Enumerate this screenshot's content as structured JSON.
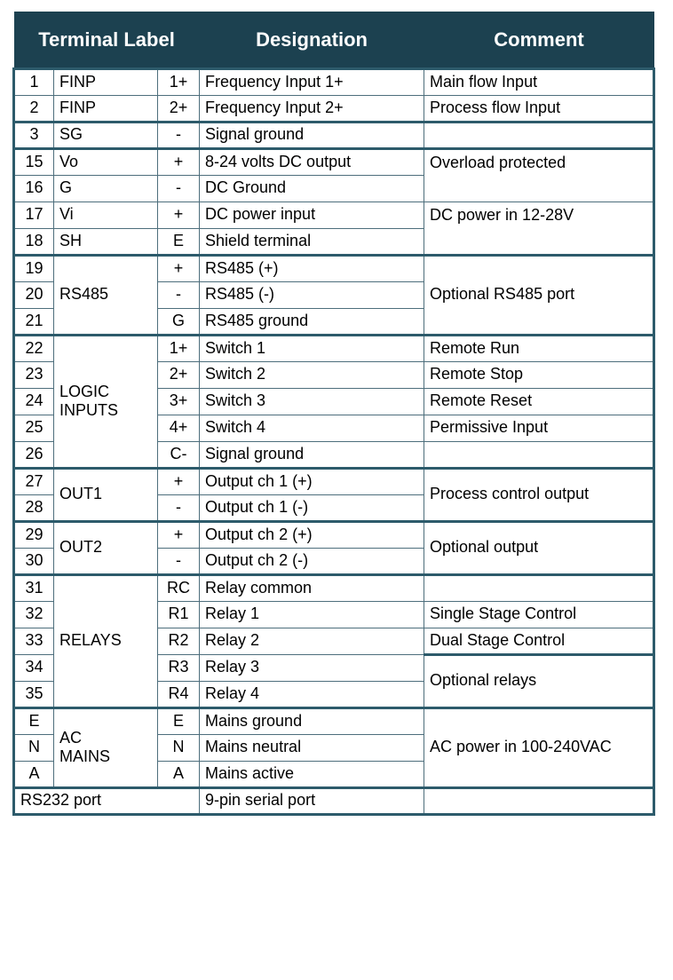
{
  "table": {
    "headers": {
      "terminal_label": "Terminal Label",
      "designation": "Designation",
      "comment": "Comment"
    },
    "colors": {
      "header_background": "#1c4150",
      "header_text": "#ffffff",
      "grid_line": "#4d6e7c",
      "section_rule": "#2d5b6b",
      "cell_background": "#ffffff",
      "cell_text": "#000000"
    },
    "sections": [
      {
        "name": "frequency-inputs",
        "rows": [
          {
            "num": "1",
            "label": "FINP",
            "pin": "1+",
            "designation": "Frequency Input 1+",
            "comment": "Main flow Input"
          },
          {
            "num": "2",
            "label": "FINP",
            "pin": "2+",
            "designation": "Frequency Input 2+",
            "comment": "Process flow Input"
          }
        ]
      },
      {
        "name": "signal-ground",
        "rows": [
          {
            "num": "3",
            "label": "SG",
            "pin": "-",
            "designation": "Signal ground",
            "comment": ""
          }
        ]
      },
      {
        "name": "dc-power",
        "label": "",
        "rows": [
          {
            "num": "15",
            "label": "Vo",
            "pin": "+",
            "designation": "8-24 volts DC output",
            "comment": "Overload protected"
          },
          {
            "num": "16",
            "label": "G",
            "pin": "-",
            "designation": "DC Ground",
            "comment": ""
          },
          {
            "num": "17",
            "label": "Vi",
            "pin": "+",
            "designation": "DC power input",
            "comment": "DC power in 12-28V"
          },
          {
            "num": "18",
            "label": "SH",
            "pin": "E",
            "designation": "Shield terminal",
            "comment": ""
          }
        ]
      },
      {
        "name": "rs485",
        "label": "RS485",
        "comment": "Optional RS485 port",
        "rows": [
          {
            "num": "19",
            "pin": "+",
            "designation": "RS485 (+)"
          },
          {
            "num": "20",
            "pin": "-",
            "designation": "RS485 (-)"
          },
          {
            "num": "21",
            "pin": "G",
            "designation": "RS485 ground"
          }
        ]
      },
      {
        "name": "logic-inputs",
        "label_line1": "LOGIC",
        "label_line2": "INPUTS",
        "rows": [
          {
            "num": "22",
            "pin": "1+",
            "designation": "Switch 1",
            "comment": "Remote Run"
          },
          {
            "num": "23",
            "pin": "2+",
            "designation": "Switch 2",
            "comment": "Remote Stop"
          },
          {
            "num": "24",
            "pin": "3+",
            "designation": "Switch 3",
            "comment": "Remote Reset"
          },
          {
            "num": "25",
            "pin": "4+",
            "designation": "Switch 4",
            "comment": "Permissive Input"
          },
          {
            "num": "26",
            "pin": "C-",
            "designation": "Signal ground",
            "comment": ""
          }
        ]
      },
      {
        "name": "out1",
        "label": "OUT1",
        "comment": "Process control output",
        "rows": [
          {
            "num": "27",
            "pin": "+",
            "designation": "Output ch 1 (+)"
          },
          {
            "num": "28",
            "pin": "-",
            "designation": "Output ch 1 (-)"
          }
        ]
      },
      {
        "name": "out2",
        "label": "OUT2",
        "comment": "Optional output",
        "rows": [
          {
            "num": "29",
            "pin": "+",
            "designation": "Output ch 2 (+)"
          },
          {
            "num": "30",
            "pin": "-",
            "designation": "Output ch 2 (-)"
          }
        ]
      },
      {
        "name": "relays",
        "label": "RELAYS",
        "comment_group_1_row_32": "Single Stage Control",
        "comment_group_1_row_33": "Dual Stage Control",
        "comment_group_2": "Optional relays",
        "rows": [
          {
            "num": "31",
            "pin": "RC",
            "designation": "Relay common"
          },
          {
            "num": "32",
            "pin": "R1",
            "designation": "Relay 1"
          },
          {
            "num": "33",
            "pin": "R2",
            "designation": "Relay 2"
          },
          {
            "num": "34",
            "pin": "R3",
            "designation": "Relay 3"
          },
          {
            "num": "35",
            "pin": "R4",
            "designation": "Relay 4"
          }
        ]
      },
      {
        "name": "ac-mains",
        "label_line1": "AC",
        "label_line2": "MAINS",
        "comment": "AC power in 100-240VAC",
        "rows": [
          {
            "num": "E",
            "pin": "E",
            "designation": "Mains ground"
          },
          {
            "num": "N",
            "pin": "N",
            "designation": "Mains neutral"
          },
          {
            "num": "A",
            "pin": "A",
            "designation": "Mains active"
          }
        ]
      },
      {
        "name": "rs232",
        "rows": [
          {
            "span_label": "RS232 port",
            "designation": "9-pin serial port",
            "comment": ""
          }
        ]
      }
    ]
  }
}
